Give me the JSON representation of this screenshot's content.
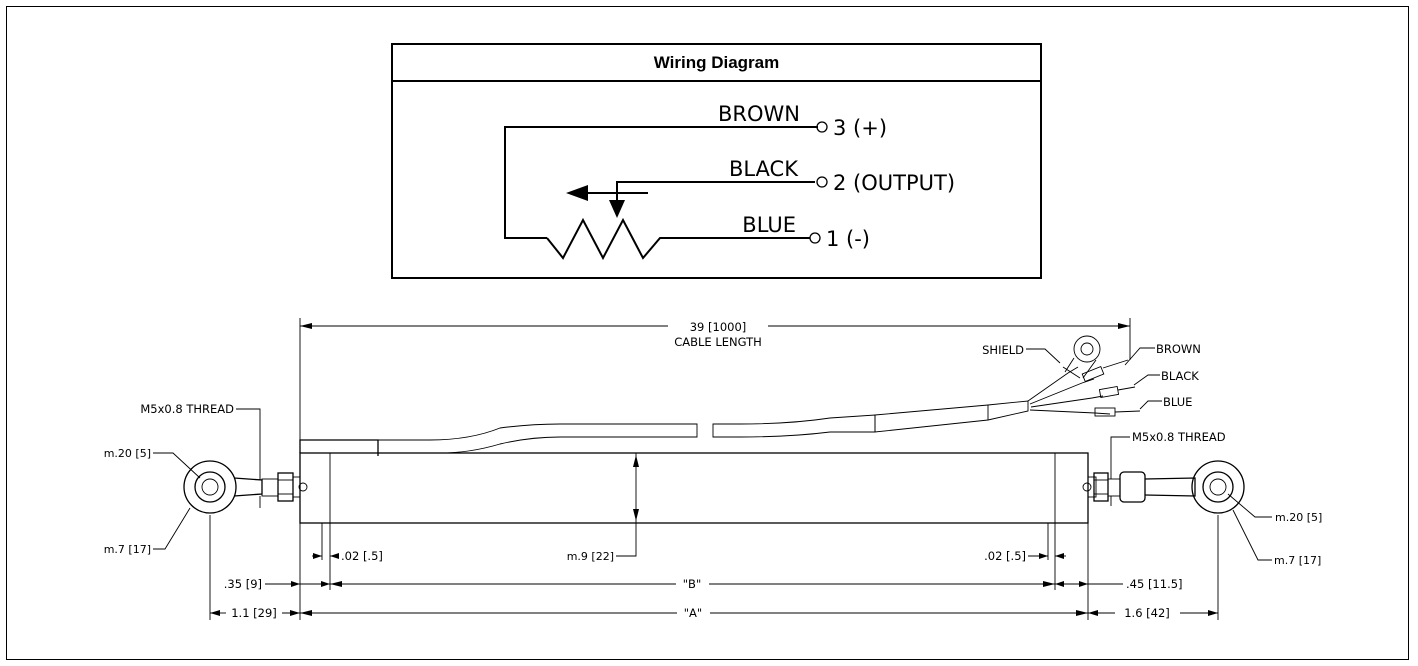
{
  "wiring_diagram": {
    "title": "Wiring Diagram",
    "wires": [
      {
        "color": "BROWN",
        "terminal": "3 (+)"
      },
      {
        "color": "BLACK",
        "terminal": "2 (OUTPUT)"
      },
      {
        "color": "BLUE",
        "terminal": "1 (-)"
      }
    ]
  },
  "dimensions": {
    "cable_length_value": "39 [1000]",
    "cable_length_label": "CABLE LENGTH",
    "shield": "SHIELD",
    "wire_brown": "BROWN",
    "wire_black": "BLACK",
    "wire_blue": "BLUE",
    "thread_left": "M5x0.8 THREAD",
    "thread_right": "M5x0.8 THREAD",
    "left_bore": "m.20 [5]",
    "left_eye_dia": "m.7 [17]",
    "right_bore": "m.20 [5]",
    "right_eye_dia": "m.7 [17]",
    "body_dia": "m.9 [22]",
    "gap_left": ".02 [.5]",
    "gap_right": ".02 [.5]",
    "left_offset": ".35 [9]",
    "dim_b": "\"B\"",
    "right_offset": ".45 [11.5]",
    "left_rod_end": "1.1 [29]",
    "dim_a": "\"A\"",
    "right_rod_end": "1.6 [42]"
  }
}
